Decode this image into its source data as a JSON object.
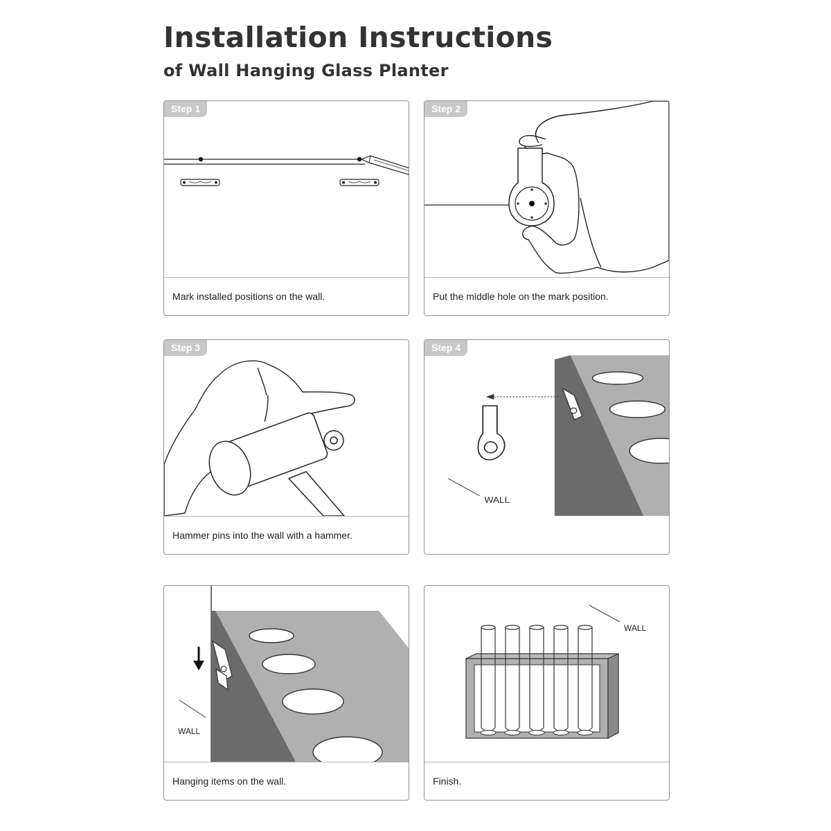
{
  "header": {
    "title": "Installation Instructions",
    "subtitle": "of Wall Hanging Glass Planter"
  },
  "steps": [
    {
      "badge": "Step 1",
      "caption": "Mark installed positions on the wall."
    },
    {
      "badge": "Step 2",
      "caption": "Put the middle hole on the mark position."
    },
    {
      "badge": "Step 3",
      "caption": "Hammer pins into the wall with a hammer."
    },
    {
      "badge": "Step 4",
      "caption": "",
      "wall_label": "WALL"
    },
    {
      "badge": "",
      "caption": "Hanging items on the wall.",
      "wall_label": "WALL"
    },
    {
      "badge": "",
      "caption": "Finish.",
      "wall_label": "WALL"
    }
  ],
  "colors": {
    "badge_bg": "#c8c8c8",
    "panel_border": "#8f8f8f",
    "shelf_dark": "#6b6b6b",
    "shelf_face": "#b0b0b0"
  }
}
